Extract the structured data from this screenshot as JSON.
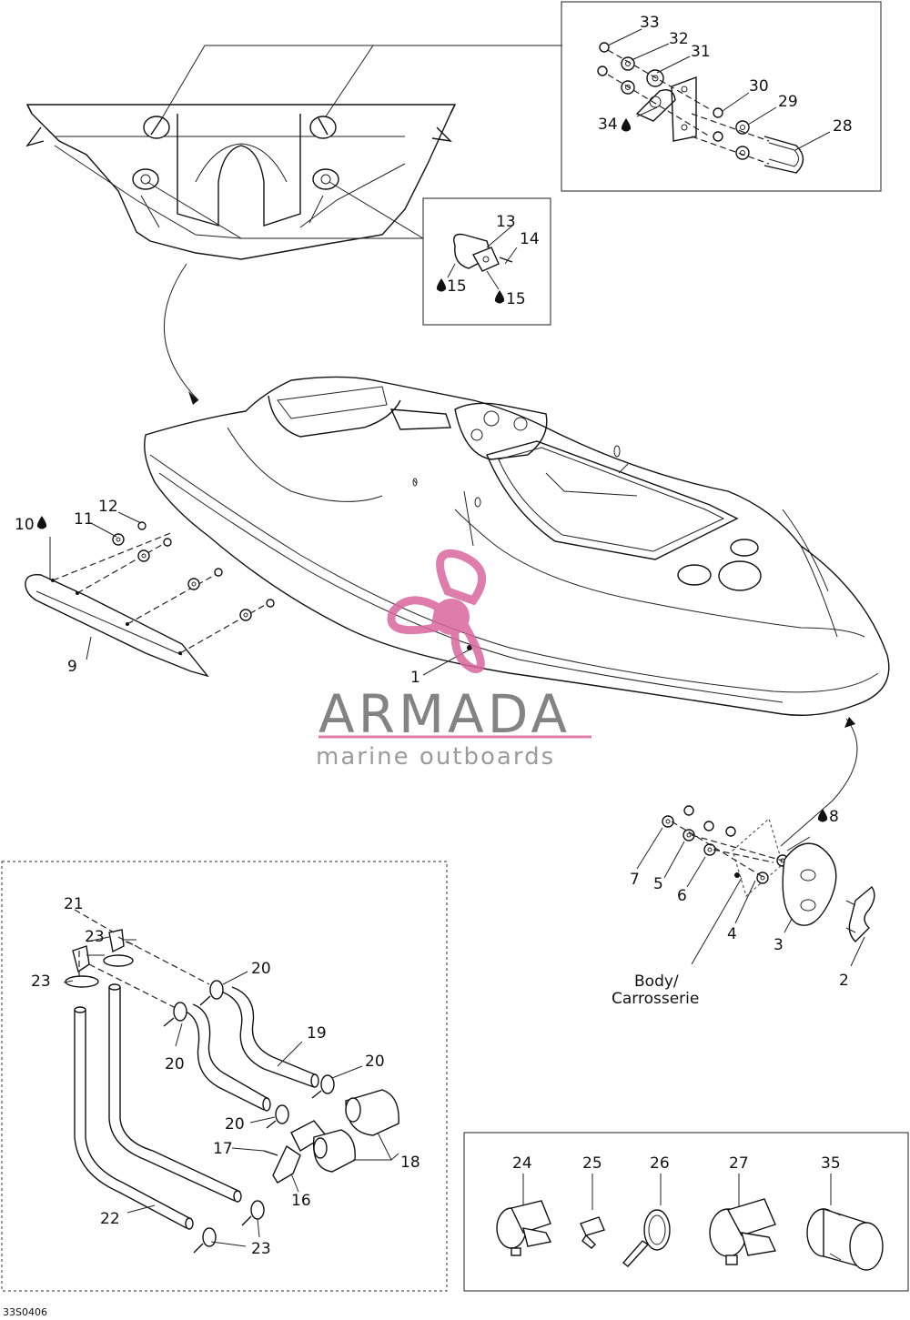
{
  "diagram": {
    "callouts": {
      "c1": "1",
      "c2": "2",
      "c3": "3",
      "c4": "4",
      "c5": "5",
      "c6": "6",
      "c7": "7",
      "c8": "8",
      "c9": "9",
      "c10": "10",
      "c11": "11",
      "c12": "12",
      "c13": "13",
      "c14": "14",
      "c15a": "15",
      "c15b": "15",
      "c16": "16",
      "c17": "17",
      "c18": "18",
      "c19": "19",
      "c20a": "20",
      "c20b": "20",
      "c20c": "20",
      "c20d": "20",
      "c21": "21",
      "c22": "22",
      "c23a": "23",
      "c23b": "23",
      "c23c": "23",
      "c24": "24",
      "c25": "25",
      "c26": "26",
      "c27": "27",
      "c28": "28",
      "c29": "29",
      "c30": "30",
      "c31": "31",
      "c32": "32",
      "c33": "33",
      "c34": "34",
      "c35": "35"
    },
    "body_label_line1": "Body/",
    "body_label_line2": "Carrosserie",
    "diagram_code": "33S0406"
  },
  "watermark": {
    "brand": "ARMADA",
    "tagline": "marine outboards",
    "logo_color": "#d9669e"
  },
  "icons": {
    "sealant": "drop-icon"
  }
}
